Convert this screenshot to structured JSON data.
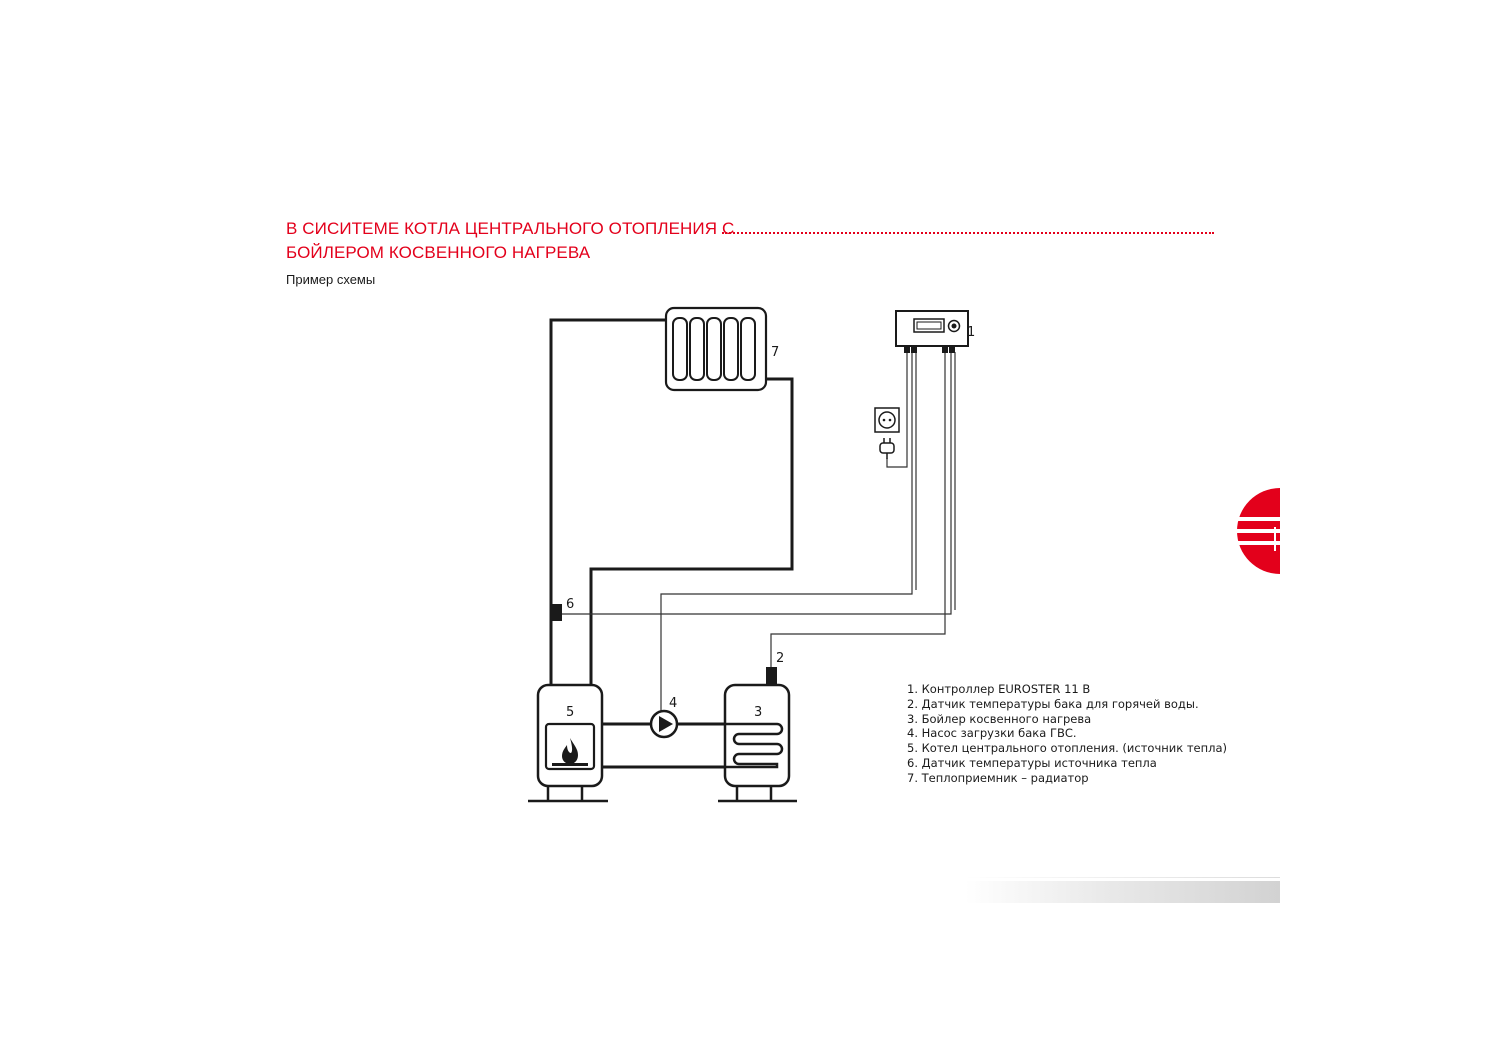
{
  "header": {
    "title_line1": "В СИСИТЕМЕ КОТЛА ЦЕНТРАЛЬНОГО ОТОПЛЕНИЯ С",
    "title_line2": "БОЙЛЕРОМ КОСВЕННОГО НАГРЕВА",
    "subtitle": "Пример схемы"
  },
  "diagram": {
    "labels": {
      "controller": "1",
      "tank_sensor": "2",
      "boiler_tank": "3",
      "pump": "4",
      "central_boiler": "5",
      "source_sensor": "6",
      "radiator": "7"
    },
    "icons": [
      "radiator-icon",
      "controller-icon",
      "socket-icon",
      "plug-icon",
      "pump-icon",
      "flame-icon",
      "coil-icon"
    ]
  },
  "legend": {
    "items": [
      "1. Контроллер EUROSTER 11 B",
      "2. Датчик температуры бака для горячей воды.",
      "3. Бойлер косвенного нагрева",
      "4. Насос загрузки бака ГВС.",
      "5. Котел центрального отопления. (источник тепла)",
      "6. Датчик температуры источника тепла",
      "7. Теплоприемник – радиатор"
    ]
  },
  "colors": {
    "accent": "#e3001b",
    "ink": "#1a1a1a",
    "tab": "#e3001b"
  }
}
